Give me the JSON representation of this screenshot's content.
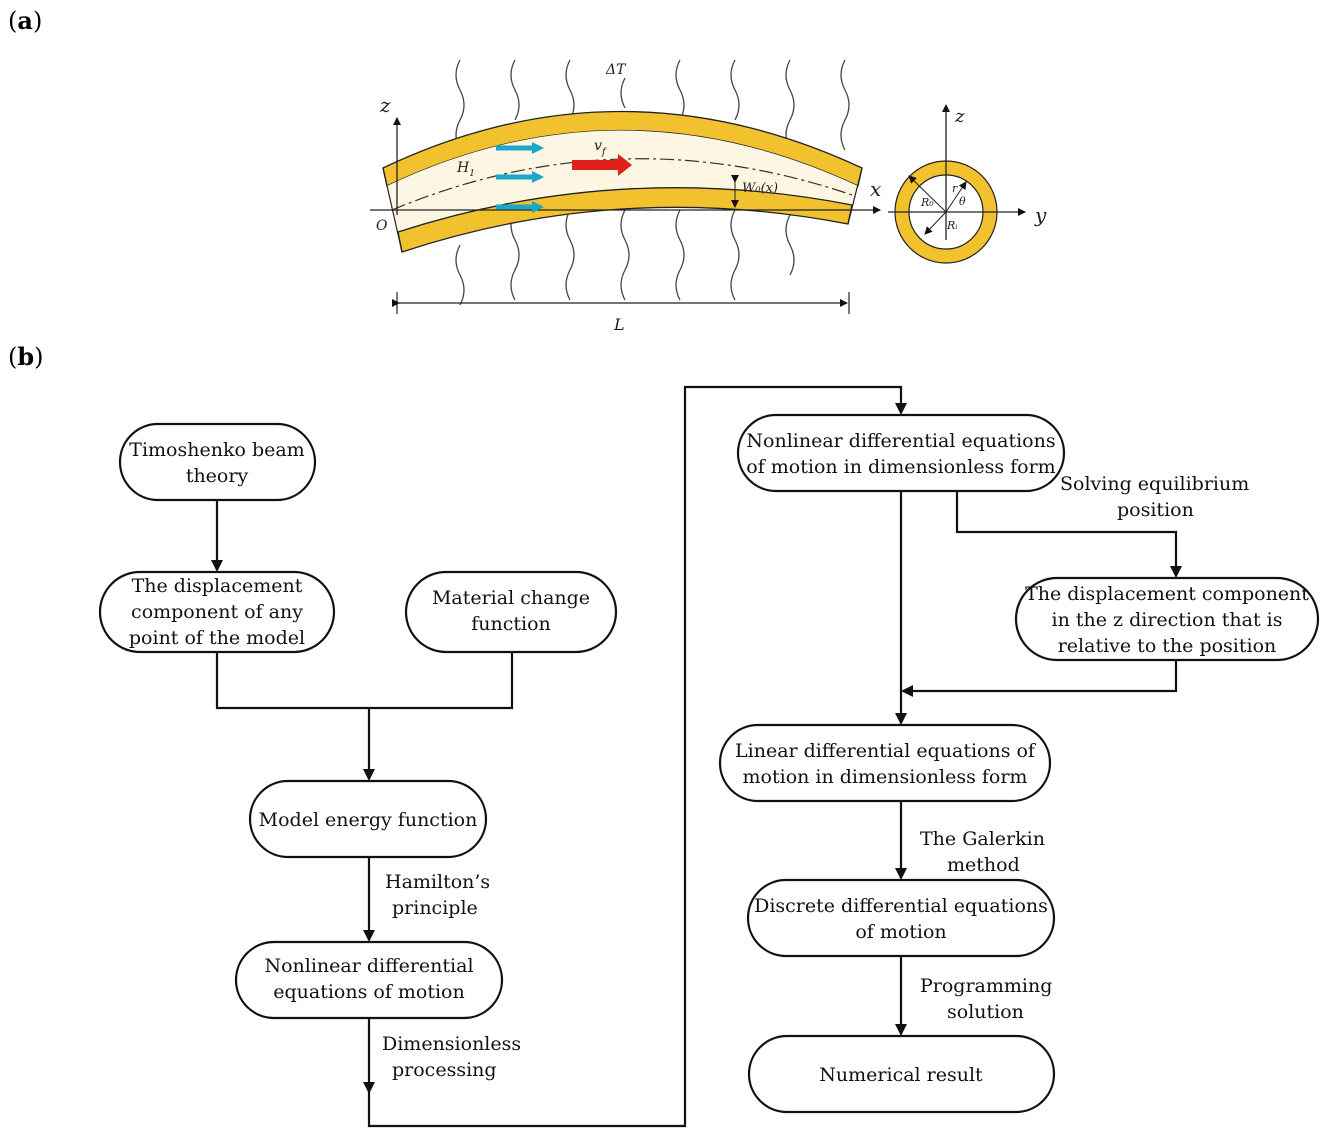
{
  "panel_a": {
    "label_open": "(",
    "label_letter": "a",
    "label_close": ")"
  },
  "panel_b": {
    "label_open": "(",
    "label_letter": "b",
    "label_close": ")"
  },
  "figure_a": {
    "delta_t": "ΔT",
    "axis_z": "z",
    "axis_x": "x",
    "axis_y": "y",
    "origin": "O",
    "velocity": "v",
    "velocity_sub": "f",
    "height": "H",
    "height_sub": "1",
    "deflection": "W₀(x)",
    "length": "L",
    "cross_z": "z",
    "r_outer": "R₀",
    "r_inner": "Rᵢ",
    "r": "r",
    "theta": "θ",
    "colors": {
      "tube": "#f2c12e",
      "fluid": "#fdf6e3",
      "arrow_blue": "#1aa7c9",
      "arrow_red": "#e0201b"
    }
  },
  "flowchart": {
    "nodes": {
      "timoshenko": [
        "Timoshenko beam",
        "theory"
      ],
      "displacement": [
        "The displacement",
        "component of any",
        "point of the model"
      ],
      "material": [
        "Material change",
        "function"
      ],
      "energy": [
        "Model energy function"
      ],
      "nonlinear": [
        "Nonlinear differential",
        "equations of motion"
      ],
      "nonlinear_dimless": [
        "Nonlinear differential equations",
        "of motion in dimensionless form"
      ],
      "z_displacement": [
        "The displacement component",
        "in the z direction that is",
        "relative to the position"
      ],
      "linear_dimless": [
        "Linear differential equations of",
        "motion in dimensionless form"
      ],
      "discrete": [
        "Discrete differential equations",
        "of motion"
      ],
      "numerical": [
        "Numerical result"
      ]
    },
    "edges": {
      "hamilton": [
        "Hamilton’s",
        "principle"
      ],
      "dimensionless": [
        "Dimensionless",
        "processing"
      ],
      "equilibrium": [
        "Solving equilibrium",
        "position"
      ],
      "galerkin": [
        "The Galerkin",
        "method"
      ],
      "programming": [
        "Programming",
        "solution"
      ]
    }
  }
}
